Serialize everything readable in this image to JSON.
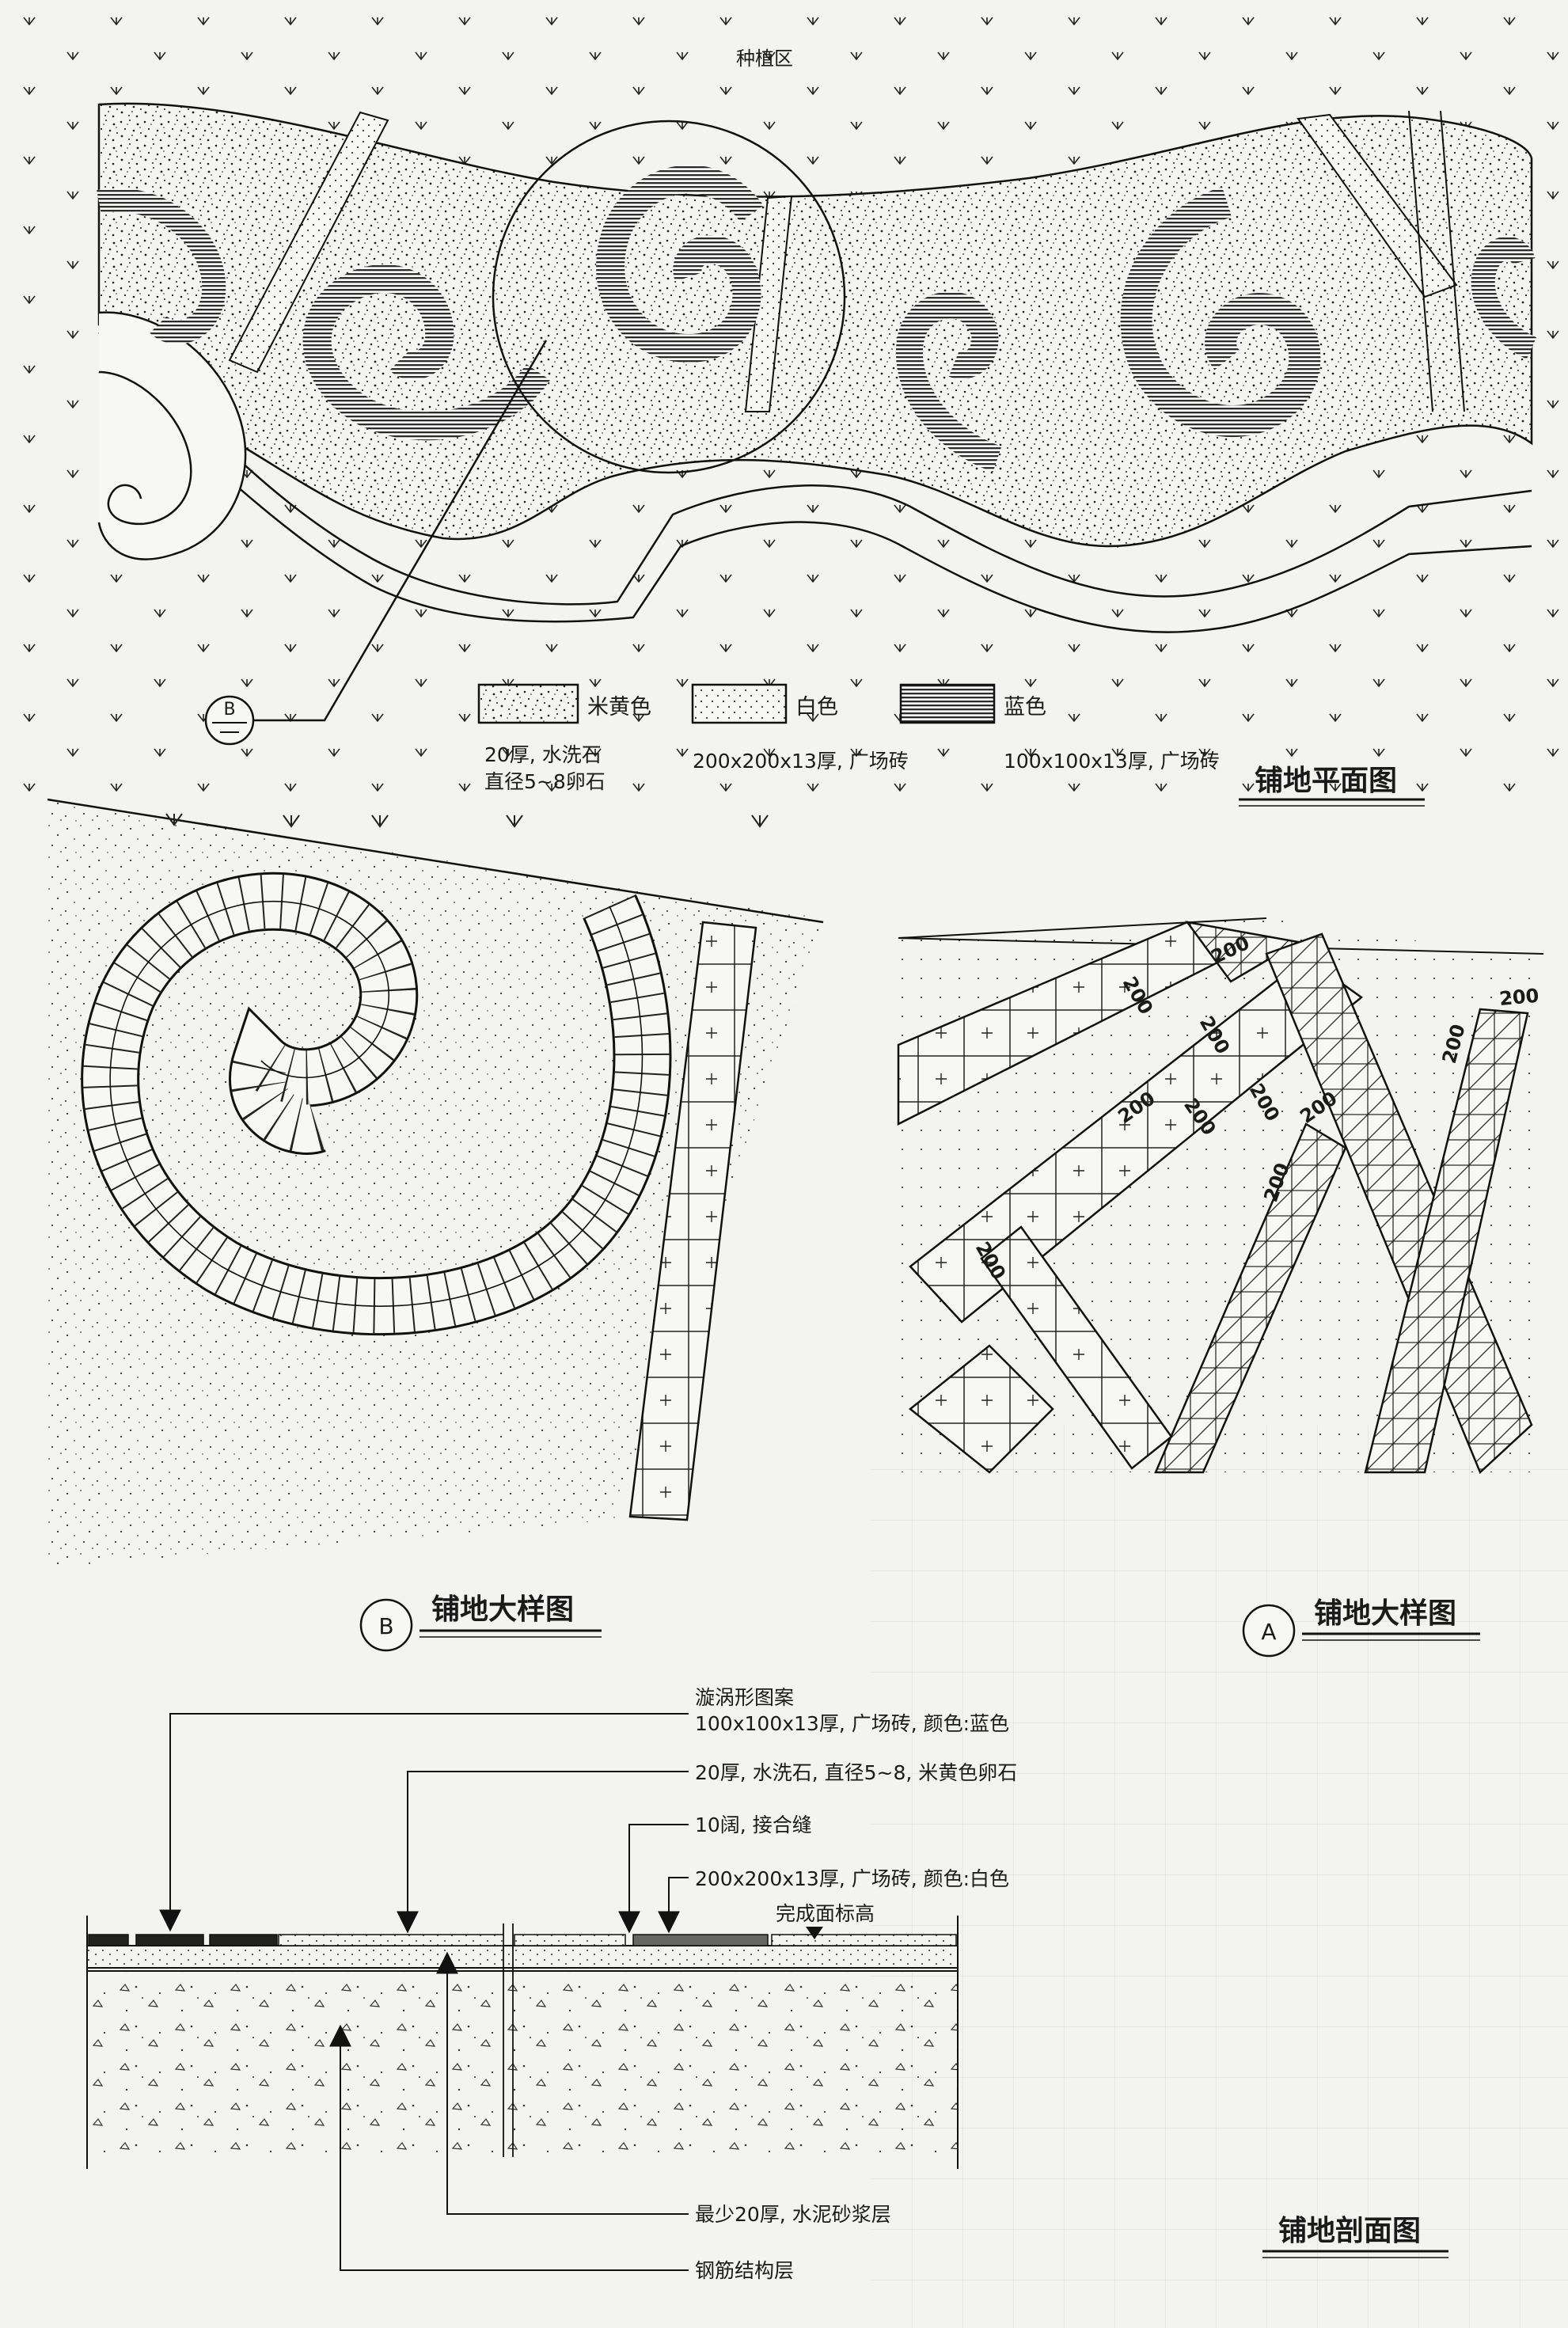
{
  "top_marker": "种植区",
  "plan": {
    "title": "铺地平面图",
    "callout_letter": "B",
    "legend": [
      {
        "key": "beige",
        "name": "米黄色",
        "spec": [
          "20厚, 水洗石",
          "直径5~8卵石"
        ]
      },
      {
        "key": "white",
        "name": "白色",
        "spec": [
          "200x200x13厚, 广场砖"
        ]
      },
      {
        "key": "blue",
        "name": "蓝色",
        "spec": [
          "100x100x13厚, 广场砖"
        ]
      }
    ]
  },
  "detail_b": {
    "letter": "B",
    "title": "铺地大样图"
  },
  "detail_a": {
    "letter": "A",
    "title": "铺地大样图",
    "dims": [
      "200",
      "200",
      "200",
      "200",
      "200",
      "200",
      "200",
      "200",
      "200",
      "200",
      "200"
    ]
  },
  "section": {
    "title": "铺地剖面图",
    "notes_top": [
      [
        "漩涡形图案",
        "100x100x13厚, 广场砖, 颜色:蓝色"
      ],
      [
        "20厚, 水洗石, 直径5~8, 米黄色卵石"
      ],
      [
        "10阔, 接合缝"
      ],
      [
        "200x200x13厚, 广场砖, 颜色:白色"
      ]
    ],
    "finish_level": "完成面标高",
    "notes_bottom": [
      "最少20厚, 水泥砂浆层",
      "钢筋结构层"
    ]
  }
}
